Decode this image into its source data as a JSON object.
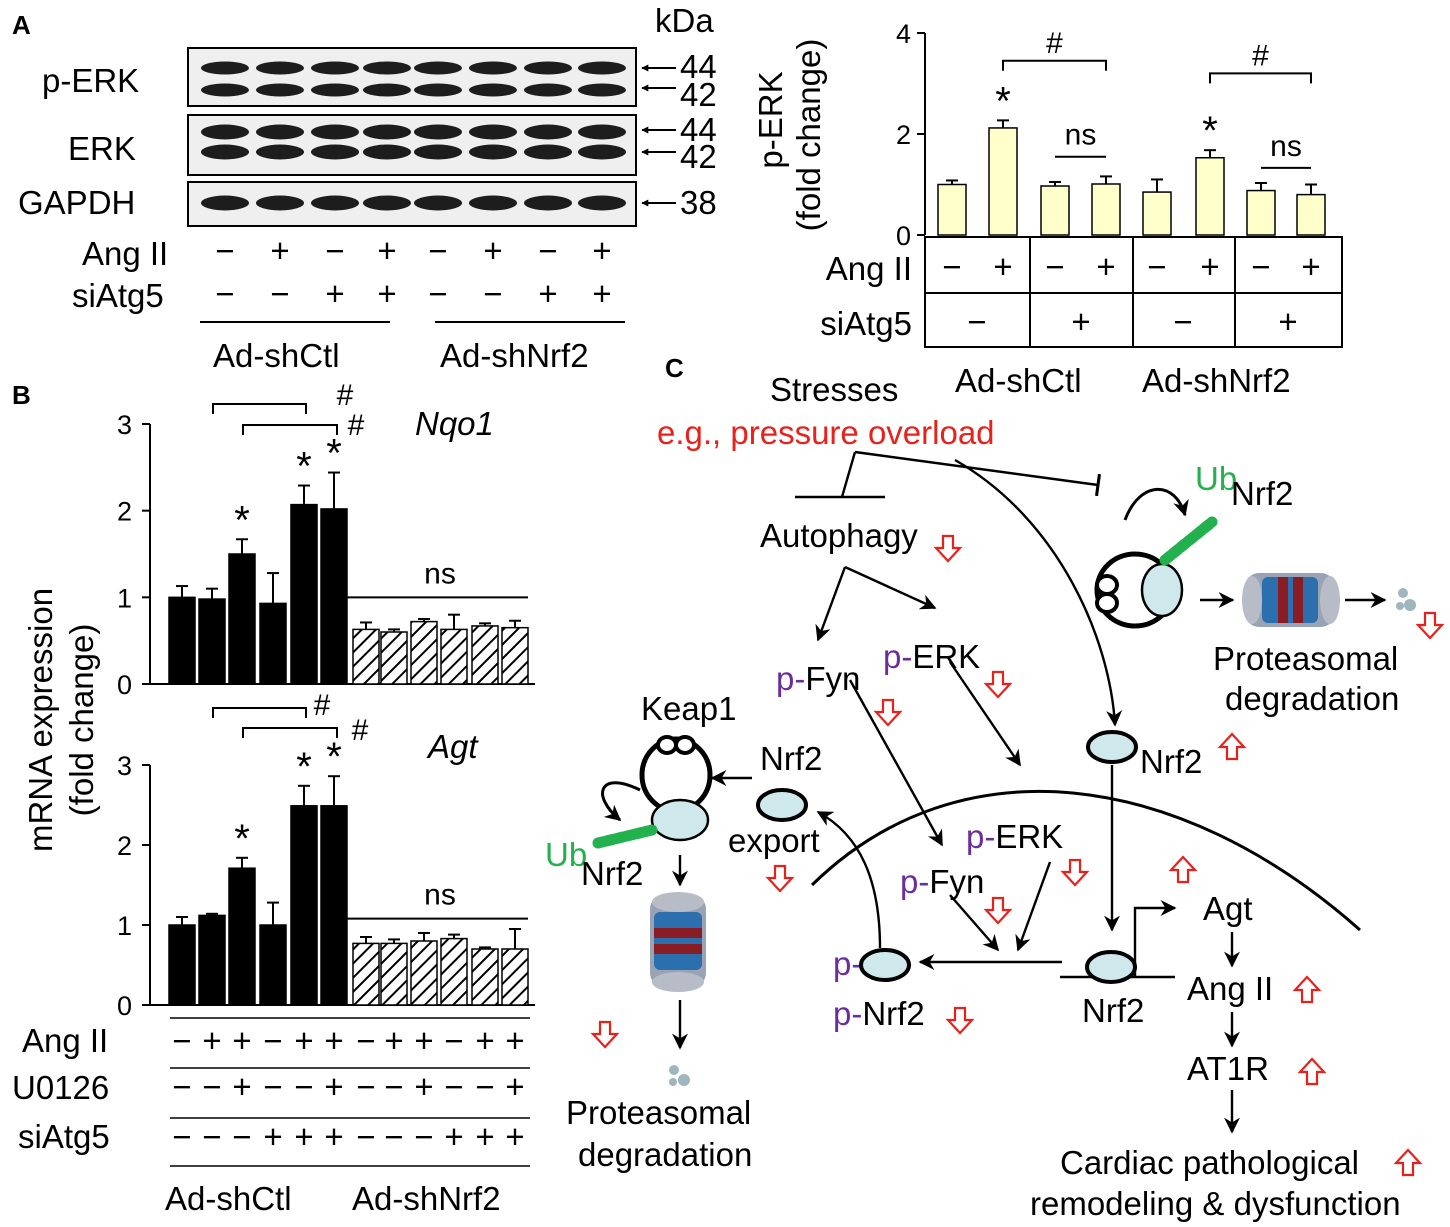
{
  "panels": {
    "a": "A",
    "b": "B",
    "c": "C"
  },
  "blot": {
    "kda": "kDa",
    "rows": [
      {
        "label": "p-ERK",
        "sizes": [
          "44",
          "42"
        ]
      },
      {
        "label": "ERK",
        "sizes": [
          "44",
          "42"
        ]
      },
      {
        "label": "GAPDH",
        "sizes": [
          "38"
        ]
      }
    ],
    "treat_labels": [
      "Ang II",
      "siAtg5"
    ],
    "ang_signs": [
      "−",
      "+",
      "−",
      "+",
      "−",
      "+",
      "−",
      "+"
    ],
    "si_signs": [
      "−",
      "−",
      "+",
      "+",
      "−",
      "−",
      "+",
      "+"
    ],
    "groups": [
      "Ad-shCtl",
      "Ad-shNrf2"
    ]
  },
  "chart_data": [
    {
      "type": "bar",
      "panel": "A",
      "ylabel": "p-ERK",
      "ylabel2": "(fold change)",
      "ylim": [
        0,
        4
      ],
      "yticks": [
        "0",
        "2",
        "4"
      ],
      "values": [
        1.0,
        2.12,
        0.97,
        1.01,
        0.85,
        1.53,
        0.88,
        0.8
      ],
      "errors": [
        0.08,
        0.15,
        0.08,
        0.15,
        0.25,
        0.15,
        0.15,
        0.2
      ],
      "bar_color": "#ffffcc",
      "ang_signs": [
        "−",
        "+",
        "−",
        "+",
        "−",
        "+",
        "−",
        "+"
      ],
      "si_signs": [
        "−",
        "+",
        "−",
        "+"
      ],
      "row_labels": [
        "Ang II",
        "siAtg5"
      ],
      "groups": [
        "Ad-shCtl",
        "Ad-shNrf2"
      ],
      "annotations": {
        "star": "*",
        "ns": "ns",
        "hash": "#"
      }
    },
    {
      "type": "bar",
      "panel": "B",
      "title": "Nqo1",
      "ylabel": "mRNA expression",
      "ylabel2": "(fold change)",
      "ylim": [
        0,
        3
      ],
      "yticks": [
        "0",
        "1",
        "2",
        "3"
      ],
      "values": [
        1.0,
        0.98,
        1.5,
        0.93,
        2.07,
        2.02,
        0.63,
        0.6,
        0.72,
        0.63,
        0.67,
        0.65
      ],
      "errors": [
        0.13,
        0.12,
        0.17,
        0.35,
        0.22,
        0.42,
        0.08,
        0.03,
        0.03,
        0.17,
        0.03,
        0.08
      ],
      "annotations": {
        "star": "*",
        "ns": "ns",
        "hash": "#"
      }
    },
    {
      "type": "bar",
      "panel": "B",
      "title": "Agt",
      "ylim": [
        0,
        3
      ],
      "yticks": [
        "0",
        "1",
        "2",
        "3"
      ],
      "values": [
        1.0,
        1.12,
        1.71,
        1.0,
        2.49,
        2.49,
        0.77,
        0.77,
        0.8,
        0.83,
        0.7,
        0.7
      ],
      "errors": [
        0.1,
        0.02,
        0.13,
        0.28,
        0.25,
        0.37,
        0.08,
        0.05,
        0.1,
        0.05,
        0.02,
        0.25
      ],
      "ang_signs": [
        "−",
        "+",
        "+",
        "−",
        "+",
        "+",
        "−",
        "+",
        "+",
        "−",
        "+",
        "+"
      ],
      "u_signs": [
        "−",
        "−",
        "+",
        "−",
        "−",
        "+",
        "−",
        "−",
        "+",
        "−",
        "−",
        "+"
      ],
      "si_signs": [
        "−",
        "−",
        "−",
        "+",
        "+",
        "+",
        "−",
        "−",
        "−",
        "+",
        "+",
        "+"
      ],
      "row_labels": [
        "Ang II",
        "U0126",
        "siAtg5"
      ],
      "groups": [
        "Ad-shCtl",
        "Ad-shNrf2"
      ],
      "annotations": {
        "star": "*",
        "ns": "ns",
        "hash": "#"
      }
    }
  ],
  "diagram": {
    "stresses": "Stresses",
    "stress_example": "e.g., pressure overload",
    "autophagy": "Autophagy",
    "p_fyn": "p-Fyn",
    "p_erk": "p-ERK",
    "ub": "Ub",
    "nrf2": "Nrf2",
    "proteasomal": "Proteasomal",
    "degradation": "degradation",
    "keap1": "Keap1",
    "export": "export",
    "p_prefix": "p-",
    "p_nrf2": "p-Nrf2",
    "agt": "Agt",
    "ang_ii": "Ang II",
    "at1r": "AT1R",
    "outcome1": "Cardiac pathological",
    "outcome2": "remodeling & dysfunction",
    "colors": {
      "red": "#e8211c",
      "purple": "#6a2d9e",
      "green": "#22b14c"
    }
  }
}
